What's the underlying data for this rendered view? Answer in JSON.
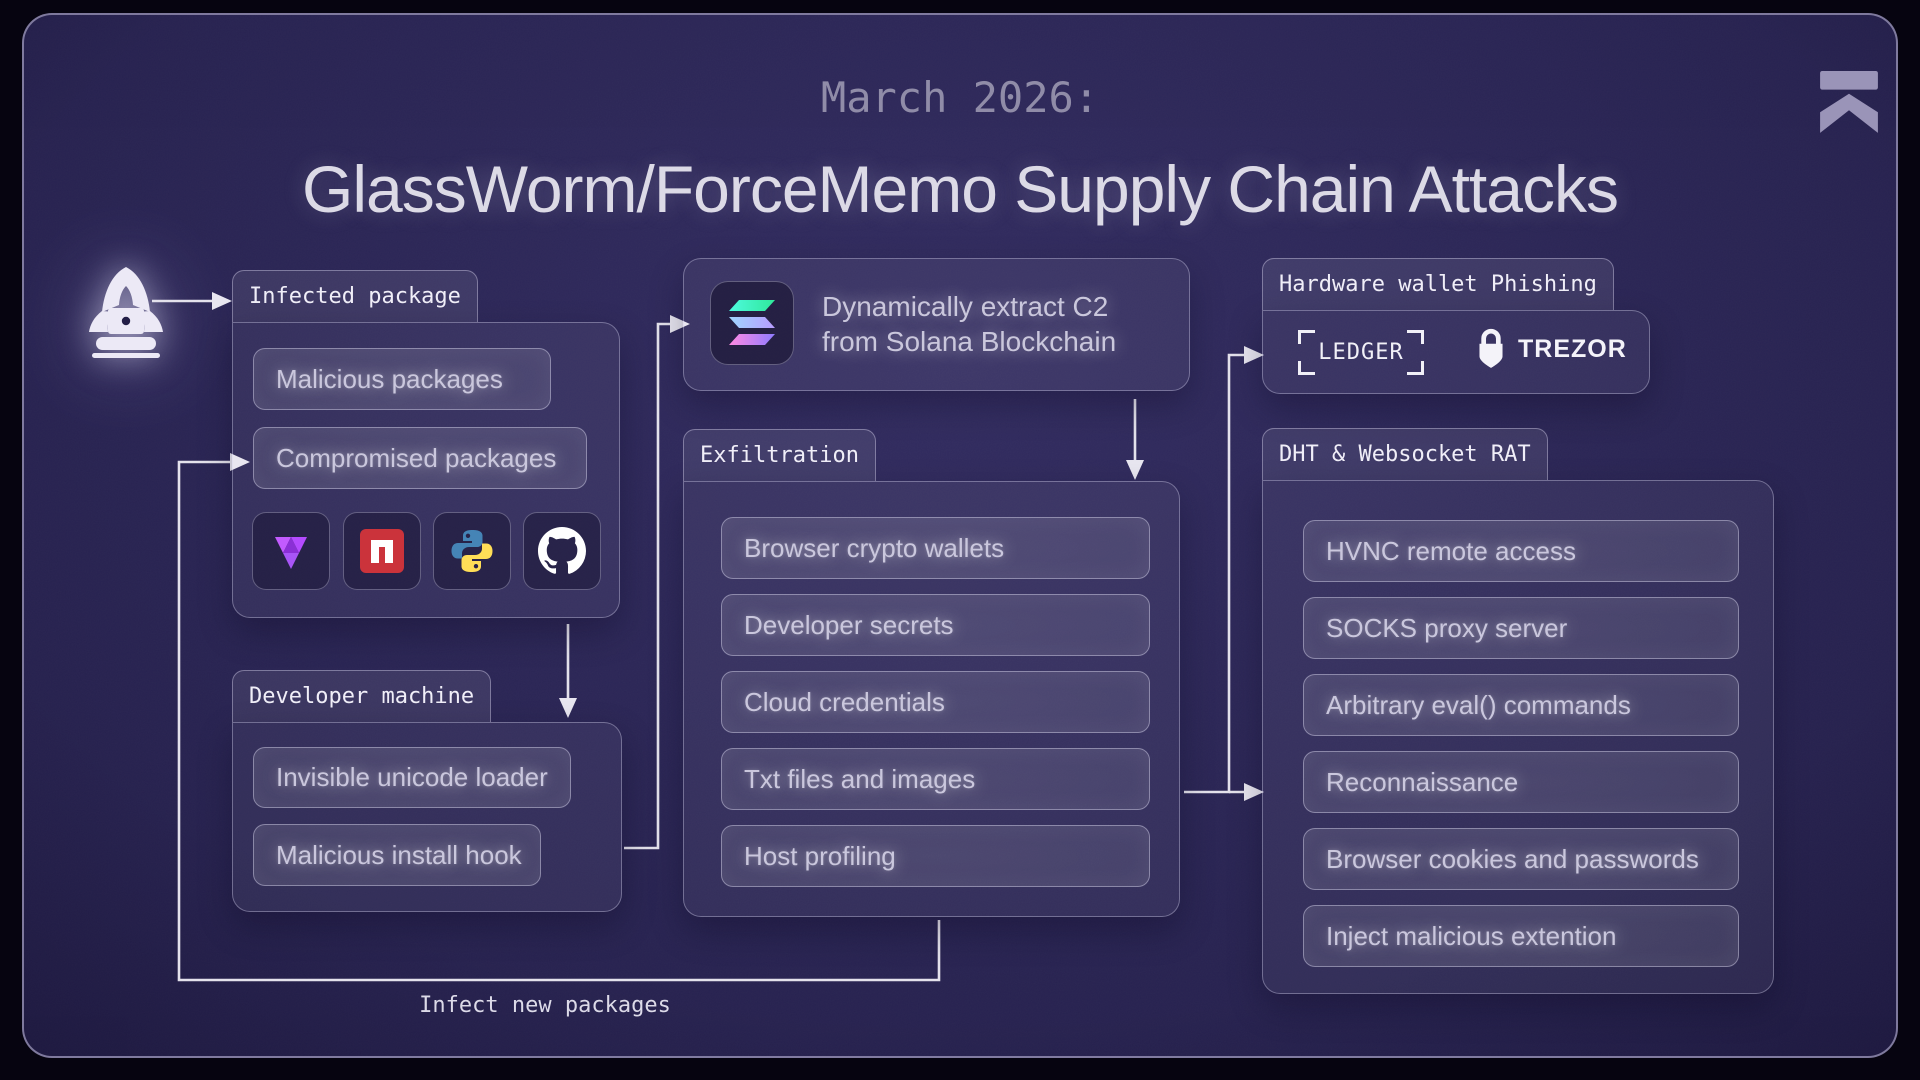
{
  "header": {
    "kicker": "March 2026:",
    "title": "GlassWorm/ForceMemo Supply Chain Attacks"
  },
  "boxes": {
    "infected_package": {
      "tab": "Infected package",
      "items": [
        "Malicious packages",
        "Compromised packages"
      ],
      "icons": [
        "openvsx-icon",
        "npm-icon",
        "python-icon",
        "github-icon"
      ]
    },
    "developer_machine": {
      "tab": "Developer machine",
      "items": [
        "Invisible unicode loader",
        "Malicious install hook"
      ]
    },
    "solana_c2": {
      "icon": "solana-icon",
      "line1": "Dynamically extract C2",
      "line2": "from Solana Blockchain"
    },
    "exfiltration": {
      "tab": "Exfiltration",
      "items": [
        "Browser crypto wallets",
        "Developer secrets",
        "Cloud credentials",
        "Txt files and images",
        "Host profiling"
      ]
    },
    "hardware_wallet_phishing": {
      "tab": "Hardware wallet Phishing",
      "ledger_label": "LEDGER",
      "trezor_label": "TREZOR"
    },
    "dht_websocket_rat": {
      "tab": "DHT & Websocket RAT",
      "items": [
        "HVNC remote access",
        "SOCKS proxy server",
        "Arbitrary eval() commands",
        "Reconnaissance",
        "Browser cookies and passwords",
        "Inject malicious extention"
      ]
    }
  },
  "annotations": {
    "loop_label": "Infect new packages"
  },
  "icons": {
    "brand": "koi-logo",
    "attacker": "hacker-icon"
  },
  "colors": {
    "panel_bg": "#272250",
    "panel_border": "#9e98b9",
    "connector_line": "#e4e2ec",
    "pill_text": "#cac7dd",
    "tab_text": "#f0eef8",
    "kicker_text": "#908ca8",
    "title_text": "#dcdae6",
    "openvsx_purple": "#a855f7",
    "npm_red": "#cb333b",
    "python_blue": "#4584b6",
    "python_yellow": "#ffde57",
    "solana_teal": "#3ee6b0",
    "solana_pink": "#ff7ae2",
    "solana_violet": "#8f7bff"
  }
}
